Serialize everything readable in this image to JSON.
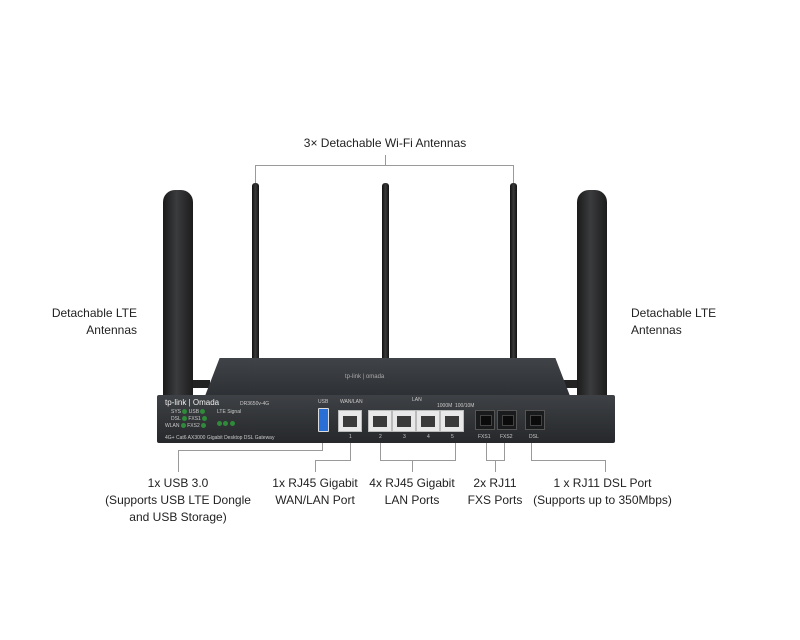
{
  "callouts": {
    "wifi_antennas": "3× Detachable Wi-Fi Antennas",
    "lte_left": [
      "Detachable LTE",
      "Antennas"
    ],
    "lte_right": [
      "Detachable LTE",
      "Antennas"
    ],
    "usb": [
      "1x USB 3.0",
      "(Supports USB LTE Dongle",
      "and USB Storage)"
    ],
    "wan": [
      "1x RJ45 Gigabit",
      "WAN/LAN Port"
    ],
    "lan": [
      "4x RJ45 Gigabit",
      "LAN Ports"
    ],
    "fxs": [
      "2x RJ11",
      "FXS Ports"
    ],
    "dsl": [
      "1 x RJ11 DSL Port",
      "(Supports up to 350Mbps)"
    ]
  },
  "device": {
    "brand": "tp-link",
    "sub_brand": "Omada",
    "model": "DR3650v-4G",
    "top_logo": "tp-link | omada",
    "description": "4G+ Cat6 AX3000 Gigabit Desktop DSL Gateway",
    "leds": [
      "SYS",
      "USB",
      "DSL",
      "FXS1",
      "WLAN",
      "FXS2"
    ],
    "lte_signal": "LTE Signal",
    "port_labels": {
      "usb": "USB",
      "wan": "WAN/LAN",
      "lan": "LAN",
      "speed1": "1000M",
      "speed2": "100/10M",
      "fxs1": "FXS1",
      "fxs2": "FXS2",
      "dsl": "DSL"
    },
    "port_numbers": [
      "1",
      "2",
      "3",
      "4",
      "5"
    ]
  },
  "colors": {
    "usb_port": "#2a6fd6",
    "led": "#2f8a3a",
    "body": "#2d3034"
  }
}
